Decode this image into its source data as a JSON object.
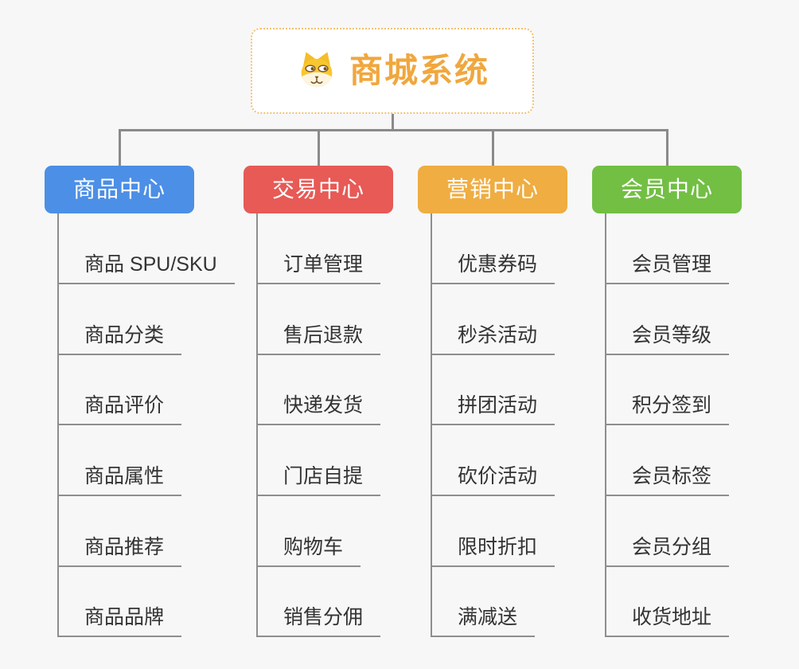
{
  "root": {
    "label": "商城系统",
    "icon": "dog-face-icon",
    "text_color": "#f0a73e",
    "border_color": "#f3c06e"
  },
  "branches": [
    {
      "label": "商品中心",
      "color": "#4c8fe6",
      "items": [
        "商品 SPU/SKU",
        "商品分类",
        "商品评价",
        "商品属性",
        "商品推荐",
        "商品品牌"
      ]
    },
    {
      "label": "交易中心",
      "color": "#e75a56",
      "items": [
        "订单管理",
        "售后退款",
        "快递发货",
        "门店自提",
        "购物车",
        "销售分佣"
      ]
    },
    {
      "label": "营销中心",
      "color": "#efad42",
      "items": [
        "优惠券码",
        "秒杀活动",
        "拼团活动",
        "砍价活动",
        "限时折扣",
        "满减送"
      ]
    },
    {
      "label": "会员中心",
      "color": "#72bf44",
      "items": [
        "会员管理",
        "会员等级",
        "积分签到",
        "会员标签",
        "会员分组",
        "收货地址"
      ]
    }
  ],
  "connector_color": "#8a8a8a",
  "background_color": "#f7f7f7",
  "item_text_color": "#333333"
}
